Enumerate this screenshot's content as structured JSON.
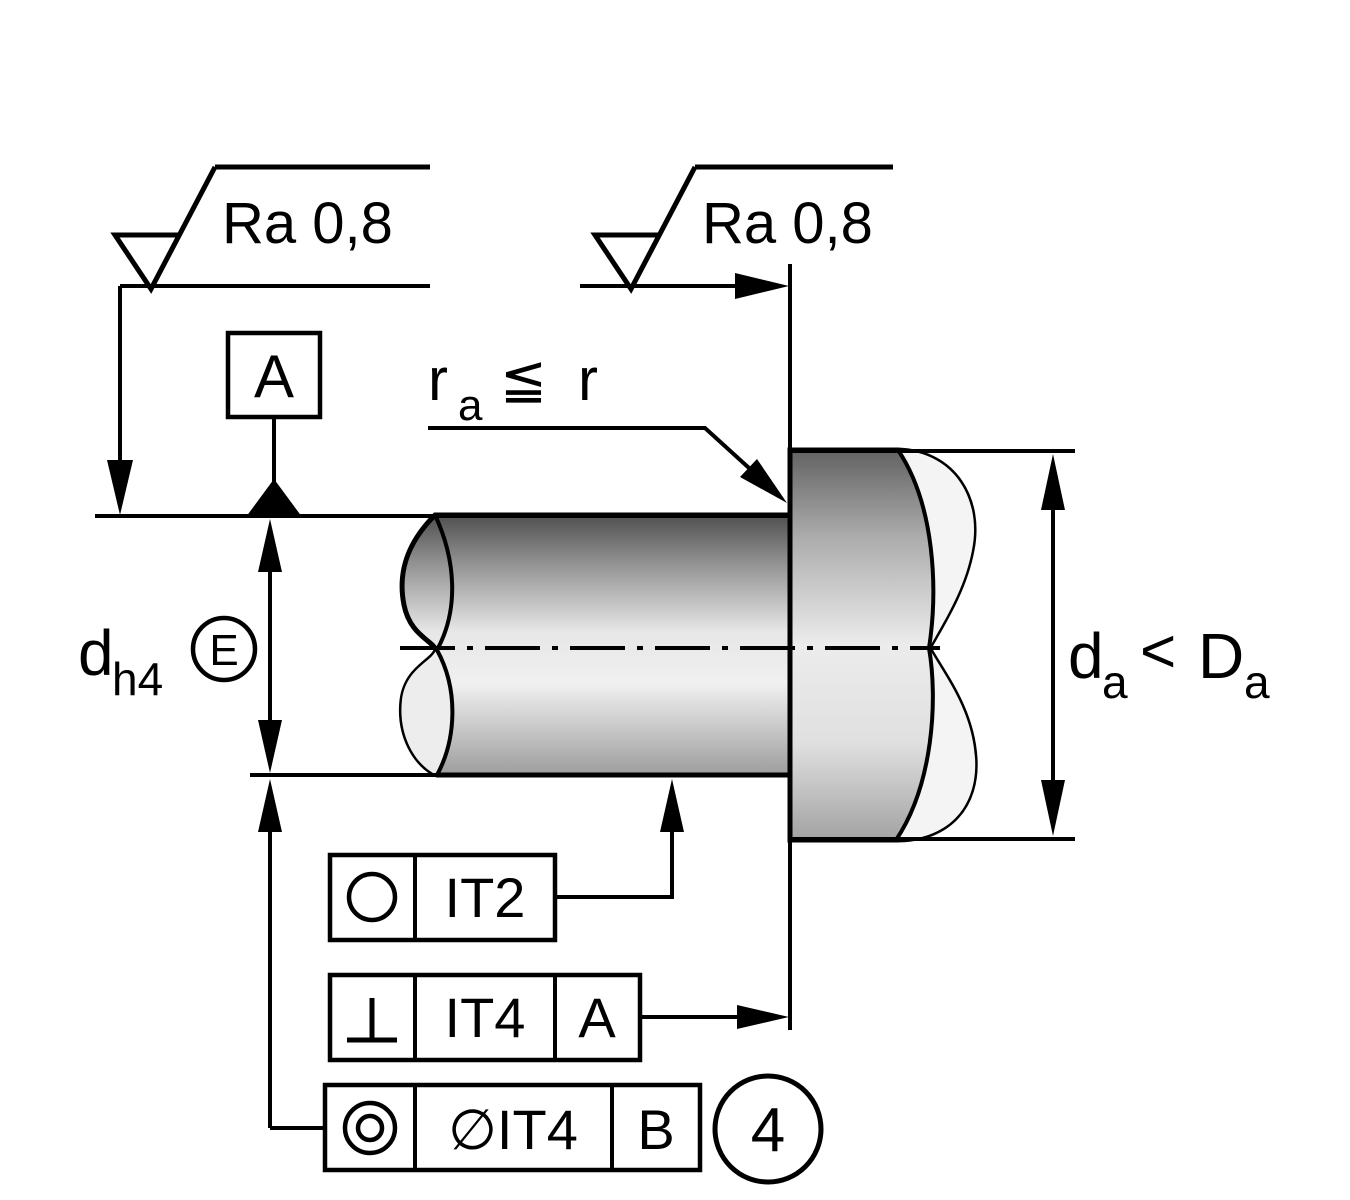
{
  "labels": {
    "ra_left": "Ra 0,8",
    "ra_right": "Ra 0,8",
    "datum_a": "A",
    "radius_r1": "r",
    "radius_sub": "a",
    "radius_op": "≦",
    "radius_r2": "r",
    "dim_d": "d",
    "dim_d_sub": "h4",
    "envelope": "E",
    "da_d": "d",
    "da_sub": "a",
    "da_op": "<",
    "da_D": "D",
    "da_D_sub": "a",
    "circularity_tol": "IT2",
    "perp_tol": "IT4",
    "perp_datum": "A",
    "conc_tol": "∅IT4",
    "conc_datum": "B",
    "balloon": "4"
  },
  "icons": {
    "surface_finish": "check-symbol",
    "circularity": "circle",
    "perpendicularity": "inverted-T",
    "concentricity": "double-circle",
    "envelope": "circled-E"
  },
  "colors": {
    "line": "#000000",
    "background": "#ffffff",
    "metal_dark": "#4f4f4f",
    "metal_light": "#f0f0f0"
  }
}
